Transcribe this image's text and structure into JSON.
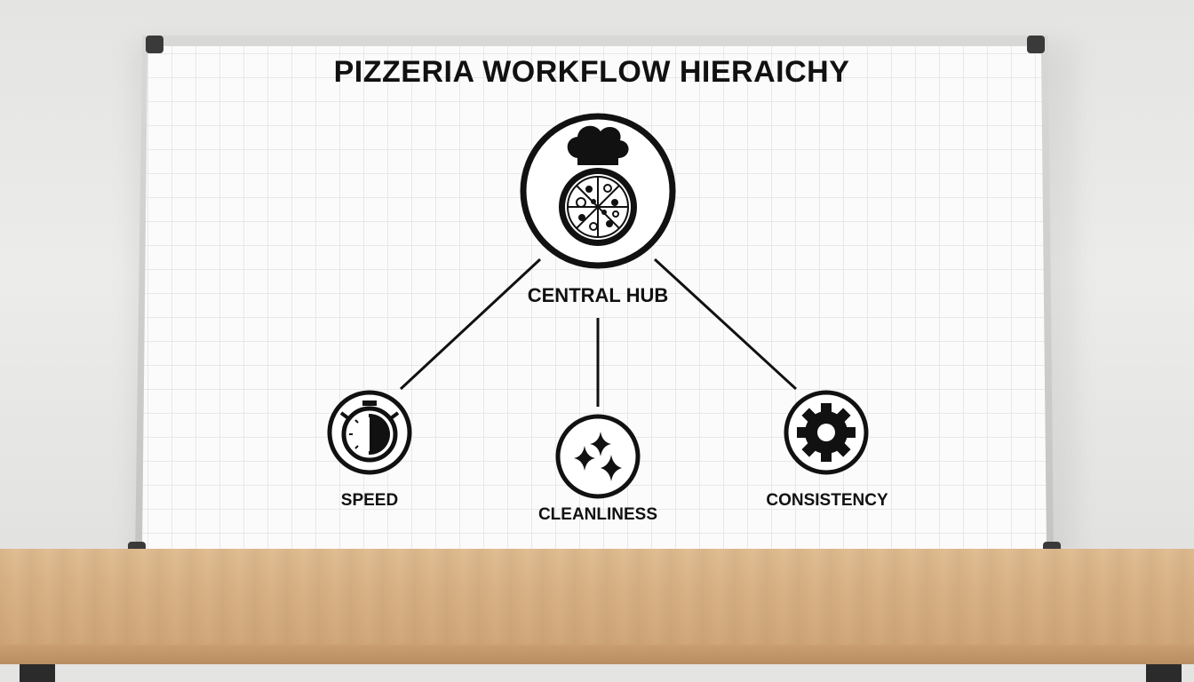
{
  "diagram": {
    "title": "PIZZERIA WORKFLOW HIERAICHY",
    "hub": {
      "label": "CENTRAL HUB",
      "icon": "chef-pizza-icon"
    },
    "nodes": [
      {
        "label": "SPEED",
        "icon": "stopwatch-icon"
      },
      {
        "label": "CLEANLINESS",
        "icon": "sparkle-icon"
      },
      {
        "label": "CONSISTENCY",
        "icon": "gear-icon"
      }
    ]
  },
  "colors": {
    "ink": "#111111",
    "board": "#fbfbfb",
    "grid": "#e6e8ea",
    "wood": "#d8b286"
  }
}
